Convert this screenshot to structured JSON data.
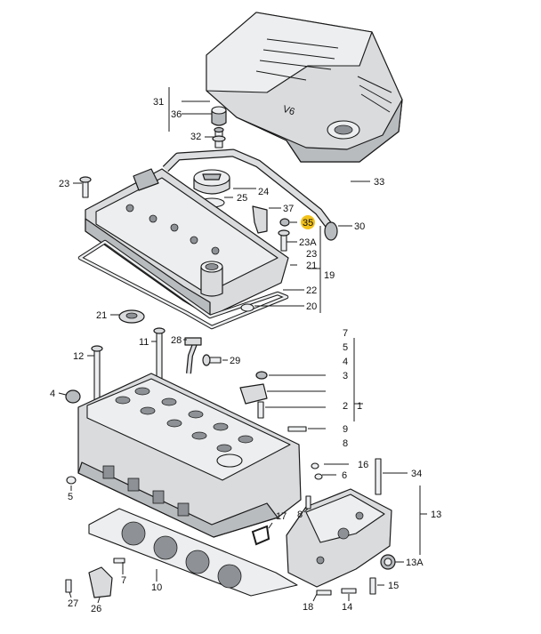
{
  "labels": {
    "l31": "31",
    "l36": "36",
    "l32": "32",
    "l23a": "23",
    "l24": "24",
    "l25": "25",
    "l33": "33",
    "l37": "37",
    "l35": "35",
    "l30": "30",
    "l23A": "23A",
    "l23b": "23",
    "l21a": "21",
    "l19": "19",
    "l22": "22",
    "l20": "20",
    "l21b": "21",
    "l11": "11",
    "l28": "28",
    "l12": "12",
    "l29": "29",
    "l7a": "7",
    "l5a": "5",
    "l4a": "4",
    "l3": "3",
    "l4b": "4",
    "l2": "2",
    "l1": "1",
    "l9": "9",
    "l8a": "8",
    "l16": "16",
    "l6": "6",
    "l34": "34",
    "l5b": "5",
    "l8b": "8",
    "l17": "17",
    "l13": "13",
    "l13A": "13A",
    "l7b": "7",
    "l15": "15",
    "l10": "10",
    "l27": "27",
    "l26": "26",
    "l18": "18",
    "l14": "14"
  },
  "cover_badge": "V6",
  "highlight_color": "#f2c21b"
}
